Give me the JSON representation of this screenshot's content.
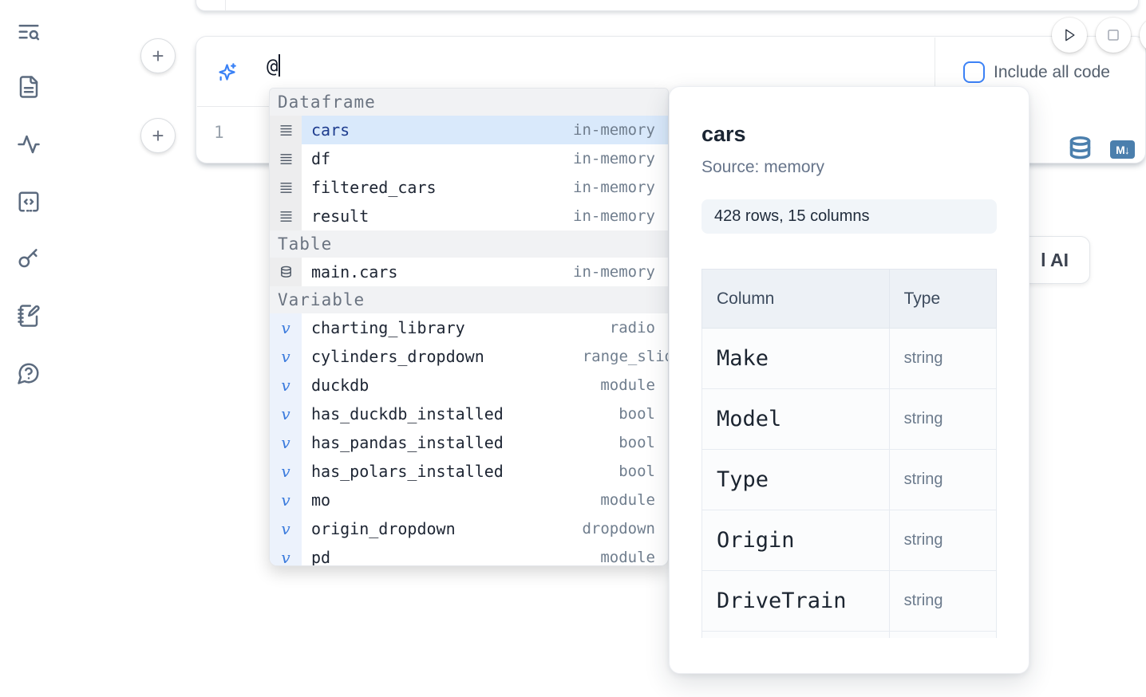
{
  "colors": {
    "accent": "#3b82f6",
    "steel_blue": "#4b7fad",
    "selection_bg": "#d9e9fb",
    "selection_text": "#1e3d8f"
  },
  "sidebar": {
    "icons": [
      "table-of-contents-search",
      "file-document",
      "activity",
      "code-snippets",
      "secrets-key",
      "scratchpad-notebook",
      "help-chat"
    ]
  },
  "cells": {
    "add_button_label": "+",
    "ai_prompt_value": "@",
    "line_number": "1",
    "include_all_code_label": "Include all code",
    "markdown_badge": "M↓"
  },
  "autocomplete": {
    "sections": [
      {
        "label": "Dataframe",
        "items": [
          {
            "name": "cars",
            "type": "in-memory",
            "selected": true
          },
          {
            "name": "df",
            "type": "in-memory"
          },
          {
            "name": "filtered_cars",
            "type": "in-memory"
          },
          {
            "name": "result",
            "type": "in-memory"
          }
        ]
      },
      {
        "label": "Table",
        "items": [
          {
            "name": "main.cars",
            "type": "in-memory"
          }
        ]
      },
      {
        "label": "Variable",
        "items": [
          {
            "name": "charting_library",
            "type": "radio"
          },
          {
            "name": "cylinders_dropdown",
            "type": "range_slider"
          },
          {
            "name": "duckdb",
            "type": "module"
          },
          {
            "name": "has_duckdb_installed",
            "type": "bool"
          },
          {
            "name": "has_pandas_installed",
            "type": "bool"
          },
          {
            "name": "has_polars_installed",
            "type": "bool"
          },
          {
            "name": "mo",
            "type": "module"
          },
          {
            "name": "origin_dropdown",
            "type": "dropdown"
          },
          {
            "name": "pd",
            "type": "module",
            "clipped": true
          }
        ]
      }
    ]
  },
  "popup": {
    "title": "cars",
    "source": "Source: memory",
    "shape": "428 rows, 15 columns",
    "table": {
      "headers": [
        "Column",
        "Type"
      ],
      "rows": [
        {
          "column": "Make",
          "type": "string"
        },
        {
          "column": "Model",
          "type": "string"
        },
        {
          "column": "Type",
          "type": "string"
        },
        {
          "column": "Origin",
          "type": "string"
        },
        {
          "column": "DriveTrain",
          "type": "string"
        }
      ]
    }
  },
  "ai_button": {
    "visible_label": "l AI"
  }
}
